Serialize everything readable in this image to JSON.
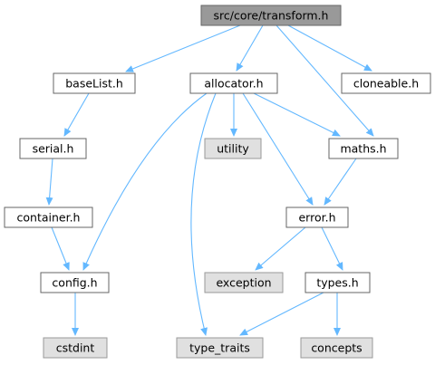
{
  "colors": {
    "root_fill": "#999999",
    "root_stroke": "#666666",
    "node_fill": "#ffffff",
    "node_stroke": "#666666",
    "external_fill": "#e0e0e0",
    "external_stroke": "#999999",
    "edge": "#63b8ff",
    "text": "#000000"
  },
  "nodes": [
    {
      "id": "transform",
      "label": "src/core/transform.h",
      "kind": "root",
      "icon": "file-node-icon"
    },
    {
      "id": "baselist",
      "label": "baseList.h",
      "kind": "file",
      "icon": "file-node-icon"
    },
    {
      "id": "allocator",
      "label": "allocator.h",
      "kind": "file",
      "icon": "file-node-icon"
    },
    {
      "id": "cloneable",
      "label": "cloneable.h",
      "kind": "file",
      "icon": "file-node-icon"
    },
    {
      "id": "serial",
      "label": "serial.h",
      "kind": "file",
      "icon": "file-node-icon"
    },
    {
      "id": "utility",
      "label": "utility",
      "kind": "external",
      "icon": "system-header-icon"
    },
    {
      "id": "maths",
      "label": "maths.h",
      "kind": "file",
      "icon": "file-node-icon"
    },
    {
      "id": "container",
      "label": "container.h",
      "kind": "file",
      "icon": "file-node-icon"
    },
    {
      "id": "error",
      "label": "error.h",
      "kind": "file",
      "icon": "file-node-icon"
    },
    {
      "id": "config",
      "label": "config.h",
      "kind": "file",
      "icon": "file-node-icon"
    },
    {
      "id": "exception",
      "label": "exception",
      "kind": "external",
      "icon": "system-header-icon"
    },
    {
      "id": "types",
      "label": "types.h",
      "kind": "file",
      "icon": "file-node-icon"
    },
    {
      "id": "cstdint",
      "label": "cstdint",
      "kind": "external",
      "icon": "system-header-icon"
    },
    {
      "id": "type_traits",
      "label": "type_traits",
      "kind": "external",
      "icon": "system-header-icon"
    },
    {
      "id": "concepts",
      "label": "concepts",
      "kind": "external",
      "icon": "system-header-icon"
    }
  ],
  "edges": [
    {
      "from": "transform",
      "to": "baselist"
    },
    {
      "from": "transform",
      "to": "allocator"
    },
    {
      "from": "transform",
      "to": "maths"
    },
    {
      "from": "transform",
      "to": "cloneable"
    },
    {
      "from": "baselist",
      "to": "serial"
    },
    {
      "from": "serial",
      "to": "container"
    },
    {
      "from": "container",
      "to": "config"
    },
    {
      "from": "config",
      "to": "cstdint"
    },
    {
      "from": "allocator",
      "to": "config"
    },
    {
      "from": "allocator",
      "to": "type_traits"
    },
    {
      "from": "allocator",
      "to": "utility"
    },
    {
      "from": "allocator",
      "to": "error"
    },
    {
      "from": "allocator",
      "to": "maths"
    },
    {
      "from": "maths",
      "to": "error"
    },
    {
      "from": "error",
      "to": "exception"
    },
    {
      "from": "error",
      "to": "types"
    },
    {
      "from": "types",
      "to": "type_traits"
    },
    {
      "from": "types",
      "to": "concepts"
    }
  ]
}
